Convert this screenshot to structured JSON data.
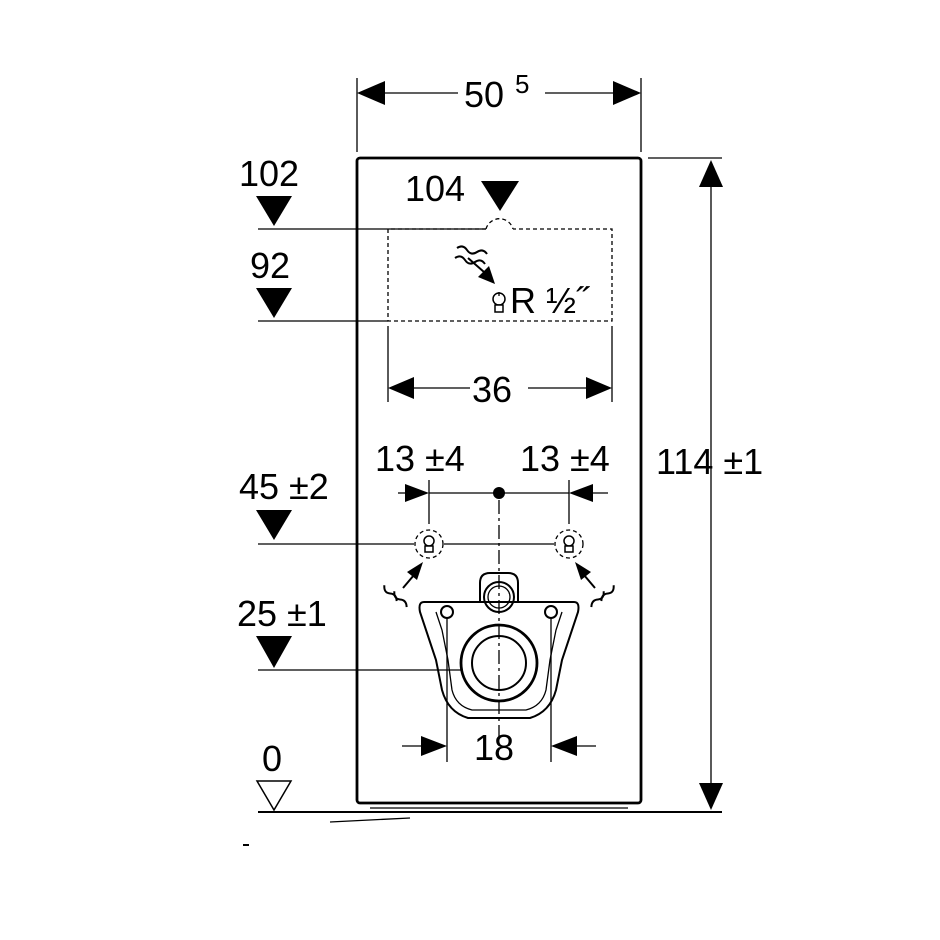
{
  "dimensions": {
    "width_main": "50",
    "width_sup": "5",
    "height_total": "114 ±1",
    "level_102": "102",
    "level_104": "104",
    "level_92": "92",
    "cistern_width": "36",
    "connection_label": "R ½˝",
    "offset_left": "13 ±4",
    "offset_right": "13 ±4",
    "level_45": "45 ±2",
    "level_25": "25 ±1",
    "bolt_spacing": "18",
    "level_0": "0"
  },
  "icons": {
    "level_marker": "down-triangle-filled",
    "floor_marker": "down-triangle-outline",
    "water_supply": "wavy-arrow-icon",
    "valve": "valve-icon"
  }
}
